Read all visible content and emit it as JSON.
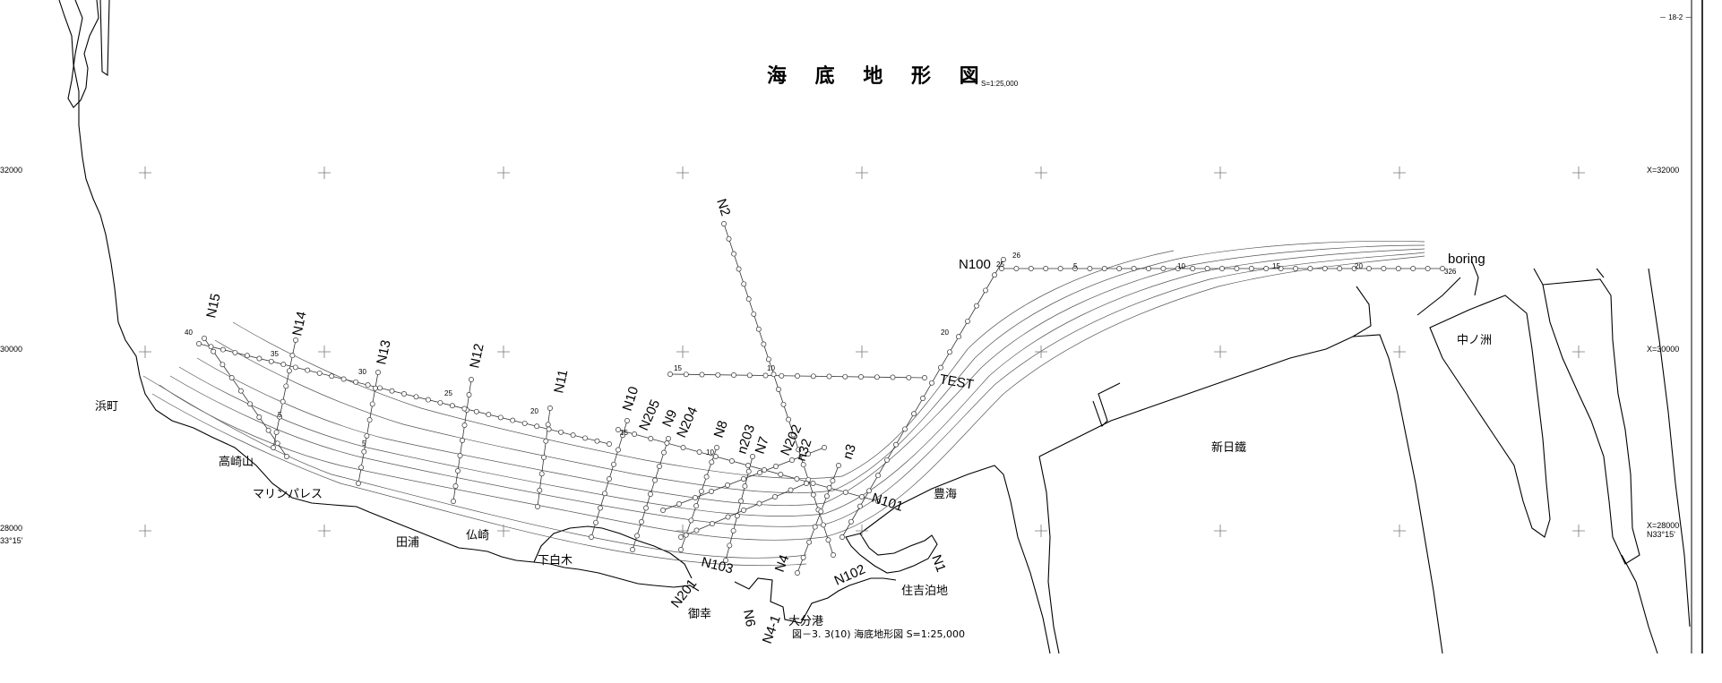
{
  "map": {
    "title": "海 底 地 形 図",
    "scale": "S=1:25,000",
    "caption": "図－3. 3(10) 海底地形図  S=1:25,000",
    "page_number": "－ 18-2 －",
    "coordinates": {
      "left_32000": "32000",
      "left_30000": "30000",
      "left_28000": "28000",
      "left_lat": "33°15'",
      "right_32000": "X=32000",
      "right_30000": "X=30000",
      "right_28000": "X=28000",
      "right_lat": "N33°15'"
    },
    "places": {
      "hamamachi": "浜町",
      "takasakiyama": "高崎山",
      "marinpalace": "マリンパレス",
      "taura": "田浦",
      "hotokezaki": "仏崎",
      "shimoshiroki": "下白木",
      "miyuki": "御幸",
      "oitako": "大分港",
      "sumiyoshi": "住吉泊地",
      "hokai": "豊海",
      "shinnittetsu": "新日鐵",
      "nakanosu": "中ノ洲"
    },
    "survey_lines": {
      "N15": "N15",
      "N14": "N14",
      "N13": "N13",
      "N12": "N12",
      "N11": "N11",
      "N10": "N10",
      "N205": "N205",
      "N9": "N9",
      "N204": "N204",
      "N8": "N8",
      "n203": "n203",
      "N7": "N7",
      "N202": "N202",
      "n32": "n32",
      "n3": "n3",
      "N2": "N2",
      "N100": "N100",
      "TEST": "TEST",
      "boring": "boring",
      "N101": "N101",
      "N102": "N102",
      "N1": "N1",
      "N103": "N103",
      "N201": "N201",
      "N6": "N6",
      "N4": "N4",
      "N4_1": "N4-1"
    },
    "depth_labels": {
      "d40": "40",
      "d35": "35",
      "d30": "30",
      "d25": "25",
      "d20a": "20",
      "d15a": "15",
      "d10a": "10",
      "d5a": "5",
      "d5b": "5",
      "d10b": "10",
      "d15b": "15",
      "d20b": "20",
      "d25b": "25",
      "d26": "26",
      "d15c": "15",
      "d20c": "20",
      "d10c": "10",
      "d5c": "5",
      "d326": "326"
    }
  }
}
